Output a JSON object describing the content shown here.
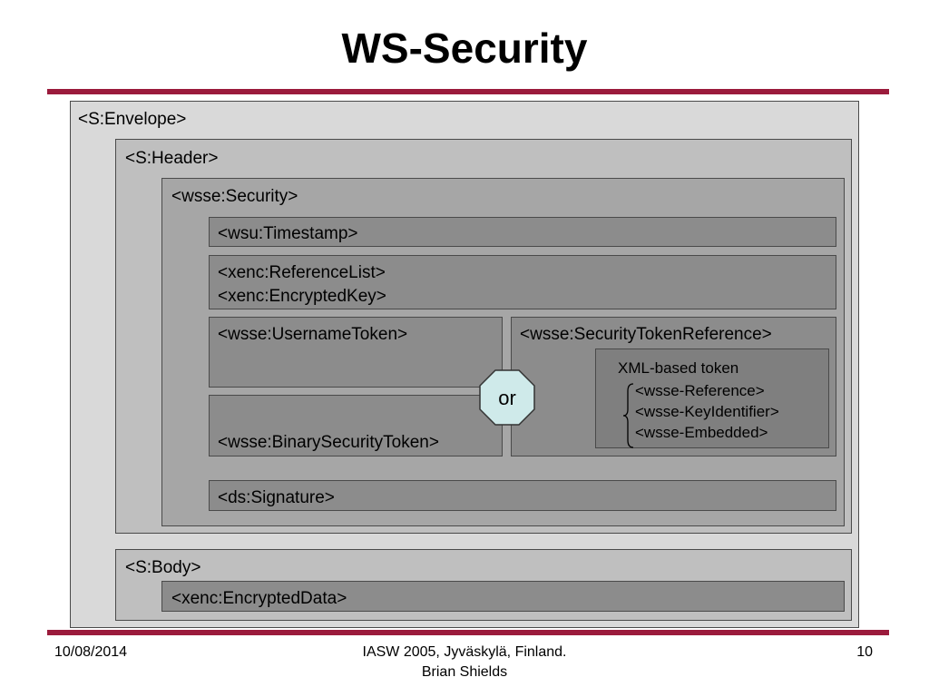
{
  "slide": {
    "title": "WS-Security"
  },
  "diagram": {
    "envelope": "<S:Envelope>",
    "header": "<S:Header>",
    "security": "<wsse:Security>",
    "timestamp": "<wsu:Timestamp>",
    "reference_list": "<xenc:ReferenceList>",
    "encrypted_key": "<xenc:EncryptedKey>",
    "username_token": "<wsse:UsernameToken>",
    "binary_security_token": "<wsse:BinarySecurityToken>",
    "security_token_reference": "<wsse:SecurityTokenReference>",
    "or_label": "or",
    "xml_token": {
      "heading": "XML-based token",
      "items": [
        "<wsse-Reference>",
        "<wsse-KeyIdentifier>",
        "<wsse-Embedded>"
      ]
    },
    "signature": "<ds:Signature>",
    "body": "<S:Body>",
    "encrypted_data": "<xenc:EncryptedData>"
  },
  "footer": {
    "date": "10/08/2014",
    "event": "IASW 2005, Jyväskylä, Finland.",
    "author": "Brian Shields",
    "page_number": "10"
  },
  "colors": {
    "rule": "#9b1b3c",
    "envelope_fill": "#d9d9d9",
    "header_fill": "#bfbfbf",
    "security_fill": "#a6a6a6",
    "element_fill": "#8c8c8c",
    "badge_fill": "#cfeaea"
  }
}
